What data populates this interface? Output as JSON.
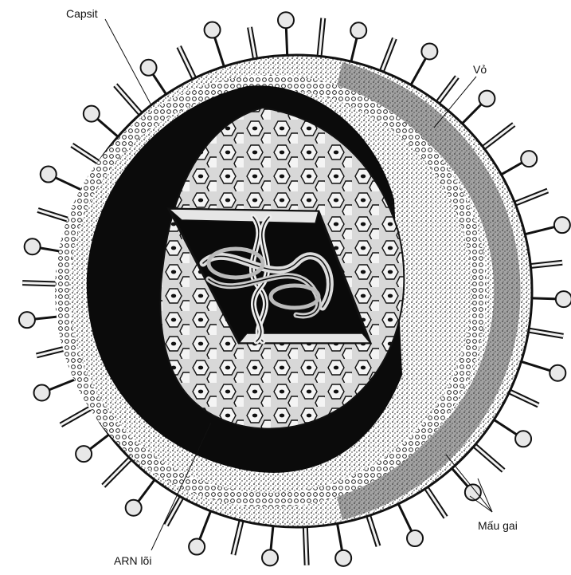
{
  "figure": {
    "labels": {
      "capsit": "Capsit",
      "vo": "Vỏ",
      "arn_loi": "ARN lõi",
      "mau_gai": "Mấu gai"
    },
    "colors": {
      "ink": "#111111",
      "paper": "#ffffff",
      "envelope_gray": "#6b6b6b",
      "capsomere_fill": "#f2f2f2"
    }
  }
}
